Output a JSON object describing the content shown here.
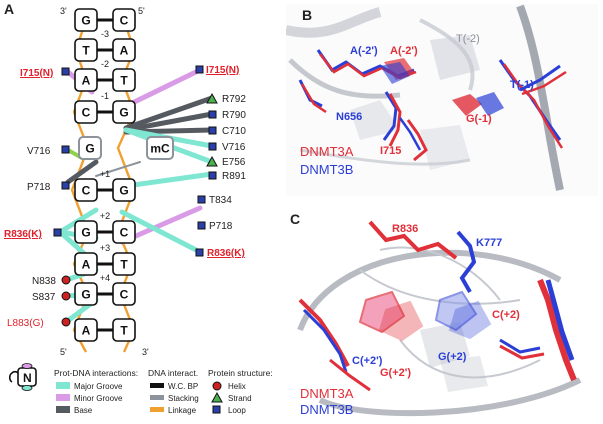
{
  "panels": {
    "a": "A",
    "b": "B",
    "c": "C"
  },
  "strand_ends": {
    "top_left": "3'",
    "top_right": "5'",
    "bottom_left": "5'",
    "bottom_right": "3'"
  },
  "pairs": [
    {
      "left": "G",
      "right": "C",
      "pos": ""
    },
    {
      "left": "T",
      "right": "A",
      "pos": "-3"
    },
    {
      "left": "A",
      "right": "T",
      "pos": "-2"
    },
    {
      "left": "C",
      "right": "G",
      "pos": "-1"
    },
    {
      "left": "G",
      "right": "mC",
      "pos": ""
    },
    {
      "left": "C",
      "right": "G",
      "pos": "+1"
    },
    {
      "left": "G",
      "right": "C",
      "pos": "+2"
    },
    {
      "left": "A",
      "right": "T",
      "pos": "+3"
    },
    {
      "left": "G",
      "right": "C",
      "pos": "+4"
    },
    {
      "left": "A",
      "right": "T",
      "pos": ""
    }
  ],
  "left_residues": {
    "i715_left": "I715(N)",
    "v716_left": "V716",
    "p718_left": "P718",
    "r836_left": "R836(K)",
    "n838": "N838",
    "s837": "S837",
    "l883": "L883(G)"
  },
  "right_residues": {
    "i715_right": "I715(N)",
    "r792": "R792",
    "r790": "R790",
    "c710": "C710",
    "v716_right": "V716",
    "e756": "E756",
    "r891": "R891",
    "t834": "T834",
    "p718_right": "P718",
    "r836_right": "R836(K)"
  },
  "legend": {
    "prot_dna_head": "Prot-DNA interactions:",
    "major": "Major Groove",
    "minor": "Minor Groove",
    "base": "Base",
    "dna_head": "DNA interact.",
    "wc": "W.C. BP",
    "stacking": "Stacking",
    "linkage": "Linkage",
    "prot_head": "Protein structure:",
    "helix": "Helix",
    "strand": "Strand",
    "loop": "Loop",
    "key_base": "N"
  },
  "colors": {
    "major_groove": "#7fe6d2",
    "minor_groove": "#d99be6",
    "base_contact": "#555a60",
    "stacking": "#8c939b",
    "linkage": "#f0a030",
    "dnmt3a": "#e0303a",
    "dnmt3b": "#2b3fd6",
    "loop_square": "#2a3fa8",
    "helix": "#cc2222",
    "strand": "#4caf50"
  },
  "panel_b": {
    "a_m2p_blue": "A(-2')",
    "a_m2p_red": "A(-2')",
    "t_m2": "T(-2)",
    "t_m1": "T(-1)",
    "n656": "N656",
    "g_m1": "G(-1)",
    "i715": "I715",
    "dnmt3a": "DNMT3A",
    "dnmt3b": "DNMT3B"
  },
  "panel_c": {
    "r836": "R836",
    "k777": "K777",
    "c_p2": "C(+2)",
    "c_p2p": "C(+2')",
    "g_p2": "G(+2)",
    "g_p2p": "G(+2')",
    "dnmt3a": "DNMT3A",
    "dnmt3b": "DNMT3B"
  }
}
